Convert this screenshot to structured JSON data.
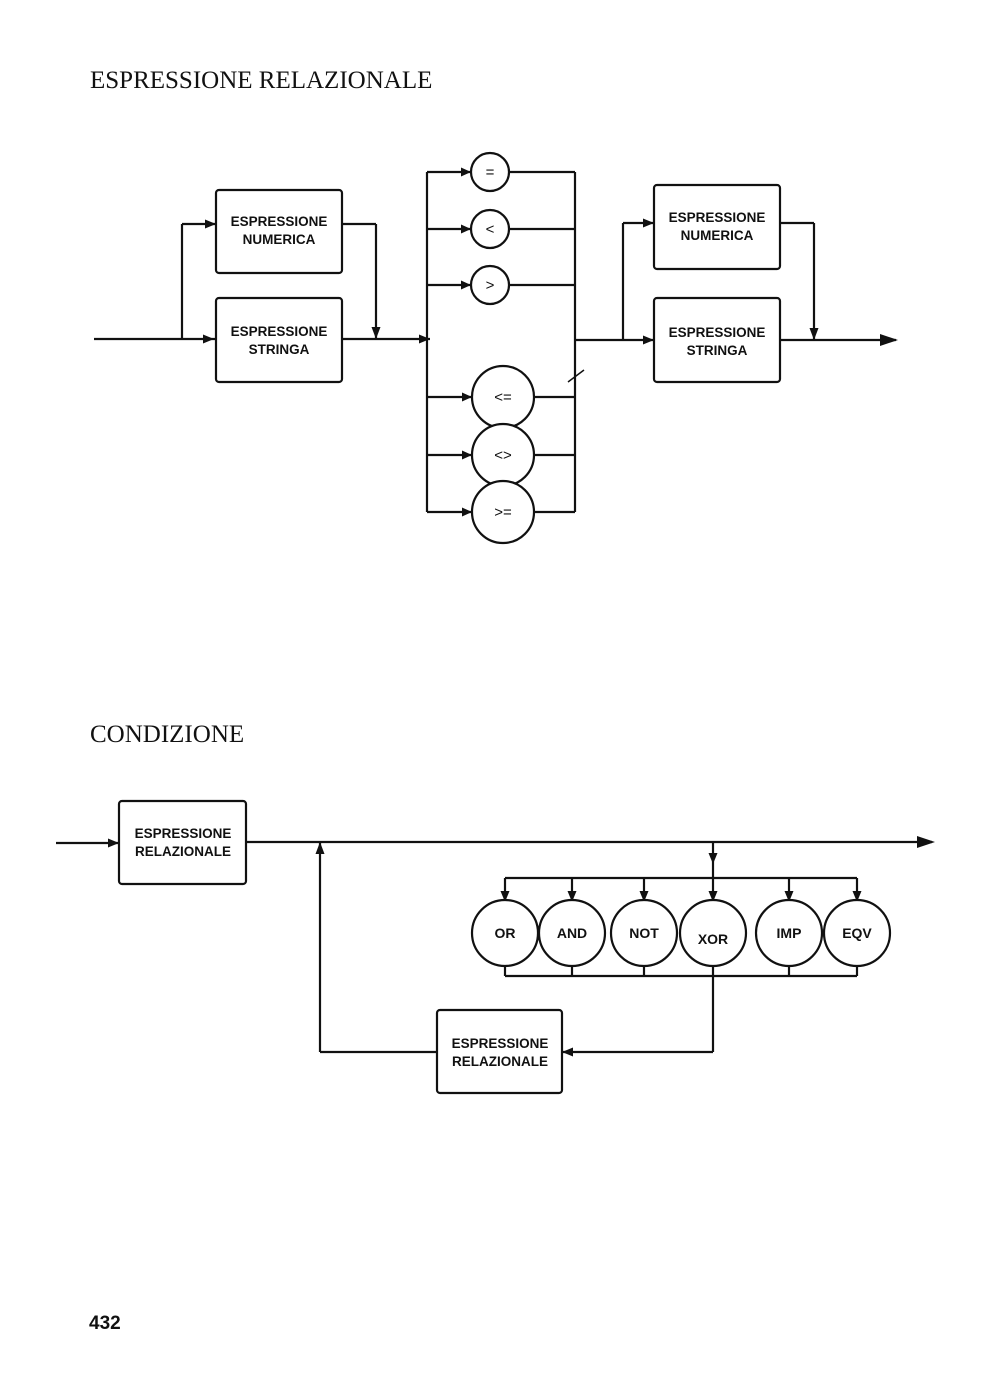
{
  "diagram1": {
    "title": "ESPRESSIONE RELAZIONALE",
    "left_numerica": [
      "ESPRESSIONE",
      "NUMERICA"
    ],
    "left_stringa": [
      "ESPRESSIONE",
      "STRINGA"
    ],
    "operators": [
      "=",
      "<",
      ">",
      "<=",
      "<>",
      ">="
    ],
    "right_numerica": [
      "ESPRESSIONE",
      "NUMERICA"
    ],
    "right_stringa": [
      "ESPRESSIONE",
      "STRINGA"
    ]
  },
  "diagram2": {
    "title": "CONDIZIONE",
    "start_box": [
      "ESPRESSIONE",
      "RELAZIONALE"
    ],
    "operators": [
      "OR",
      "AND",
      "NOT",
      "XOR",
      "IMP",
      "EQV"
    ],
    "loop_box": [
      "ESPRESSIONE",
      "RELAZIONALE"
    ]
  },
  "page_number": "432"
}
